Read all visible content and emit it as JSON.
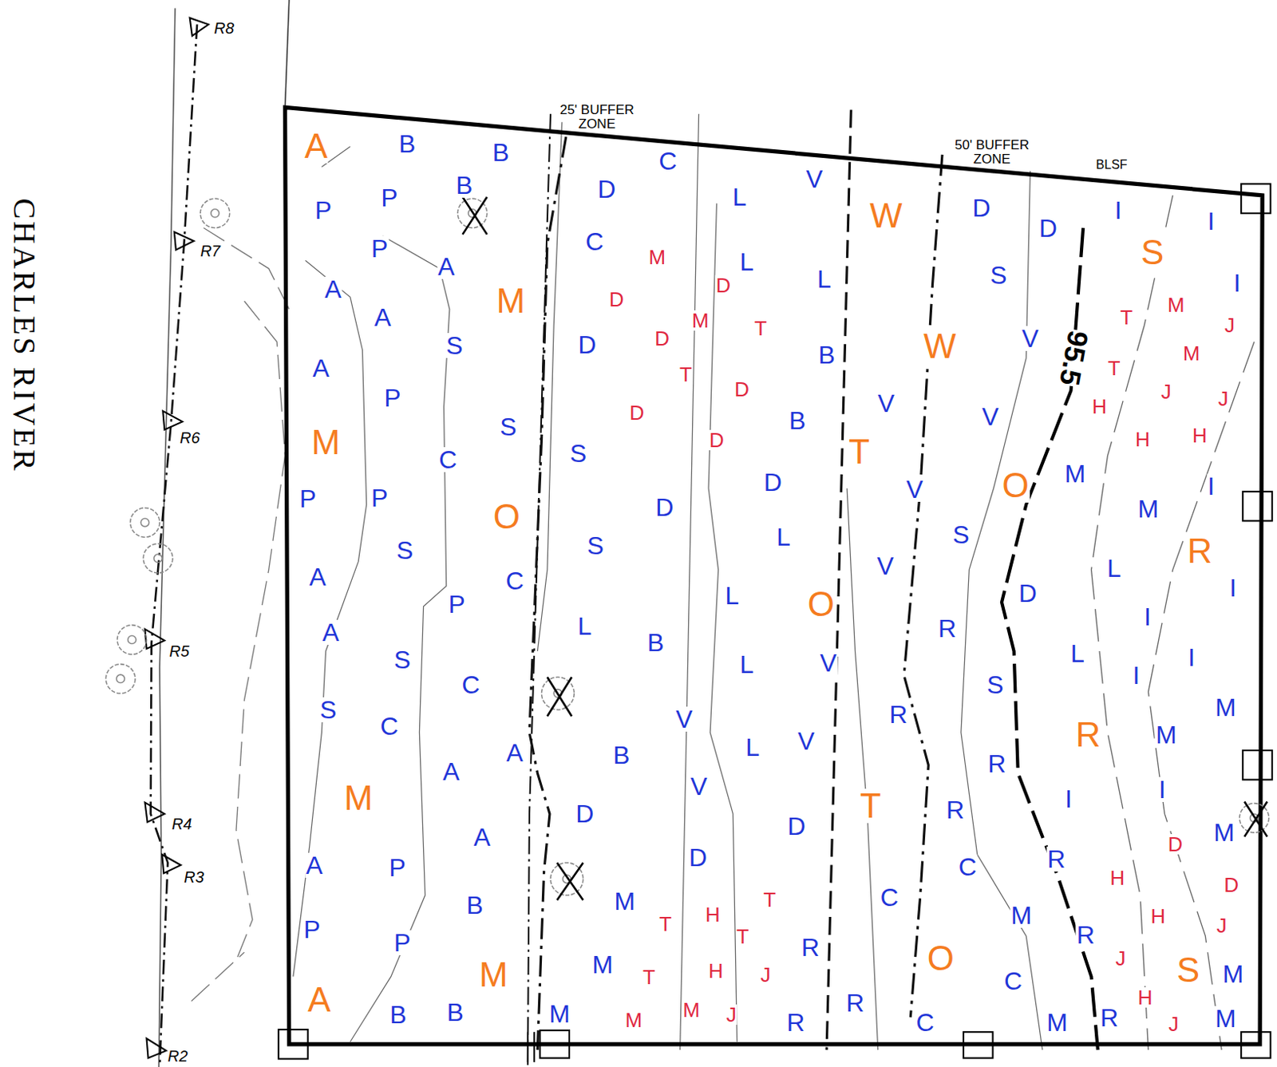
{
  "diagram": {
    "labels": [
      "CHARLES RIVER",
      "R8",
      "R7",
      "R6",
      "R5",
      "R4",
      "R3",
      "R2",
      "25' BUFFER ZONE",
      "50' BUFFER ZONE",
      "BLSF",
      "95.5",
      "A",
      "B",
      "B",
      "B",
      "C",
      "D",
      "L",
      "V",
      "W",
      "D",
      "D",
      "I",
      "I",
      "S",
      "P",
      "P",
      "P",
      "A",
      "A",
      "A",
      "C",
      "M",
      "L",
      "L",
      "D",
      "S",
      "I",
      "M",
      "D",
      "M",
      "T",
      "T",
      "M",
      "J",
      "S",
      "D",
      "D",
      "B",
      "W",
      "V",
      "M",
      "A",
      "T",
      "D",
      "T",
      "H",
      "J",
      "J",
      "P",
      "B",
      "V",
      "V",
      "S",
      "D",
      "D",
      "H",
      "H",
      "M",
      "S",
      "T",
      "C",
      "D",
      "M",
      "O",
      "V",
      "I",
      "P",
      "P",
      "D",
      "M",
      "O",
      "L",
      "S",
      "S",
      "S",
      "R",
      "V",
      "L",
      "A",
      "C",
      "L",
      "D",
      "I",
      "O",
      "P",
      "I",
      "L",
      "R",
      "A",
      "B",
      "S",
      "L",
      "V",
      "L",
      "I",
      "I",
      "C",
      "S",
      "S",
      "M",
      "R",
      "V",
      "C",
      "R",
      "M",
      "L",
      "V",
      "A",
      "B",
      "R",
      "A",
      "V",
      "I",
      "M",
      "T",
      "I",
      "R",
      "D",
      "D",
      "A",
      "D",
      "M",
      "D",
      "R",
      "A",
      "P",
      "C",
      "H",
      "D",
      "B",
      "M",
      "T",
      "C",
      "T",
      "H",
      "T",
      "M",
      "H",
      "J",
      "P",
      "R",
      "R",
      "P",
      "J",
      "M",
      "O",
      "H",
      "J",
      "T",
      "M",
      "S",
      "M",
      "C",
      "H",
      "R",
      "B",
      "B",
      "A",
      "M",
      "M",
      "J",
      "M",
      "R",
      "C",
      "M",
      "R",
      "J",
      "M"
    ]
  }
}
